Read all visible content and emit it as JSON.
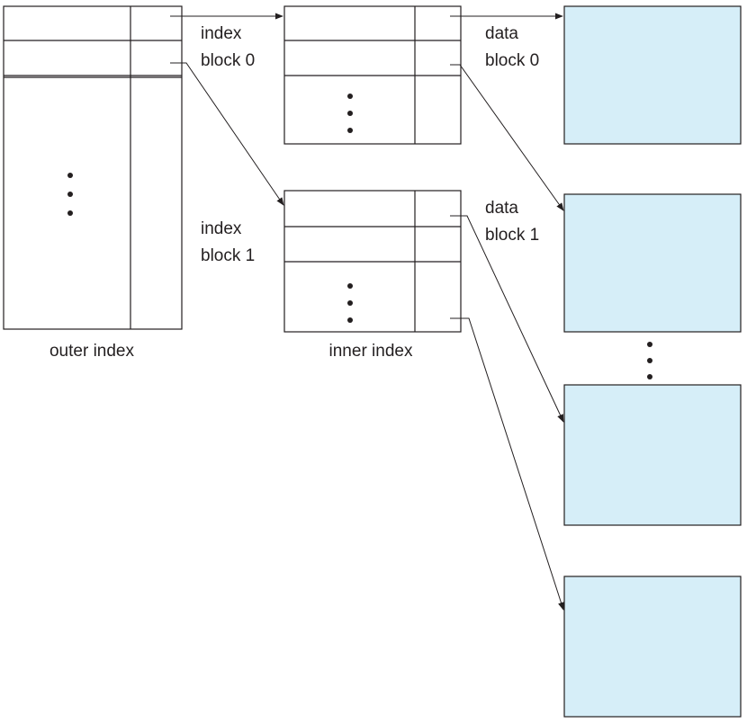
{
  "labels": {
    "outer_index": "outer index",
    "inner_index": "inner index",
    "index_block_0": [
      "index",
      "block 0"
    ],
    "index_block_1": [
      "index",
      "block 1"
    ],
    "data_block_0": [
      "data",
      "block 0"
    ],
    "data_block_1": [
      "data",
      "block 1"
    ]
  },
  "colors": {
    "data_block_fill": "#d6eef8",
    "line": "#231f20"
  }
}
